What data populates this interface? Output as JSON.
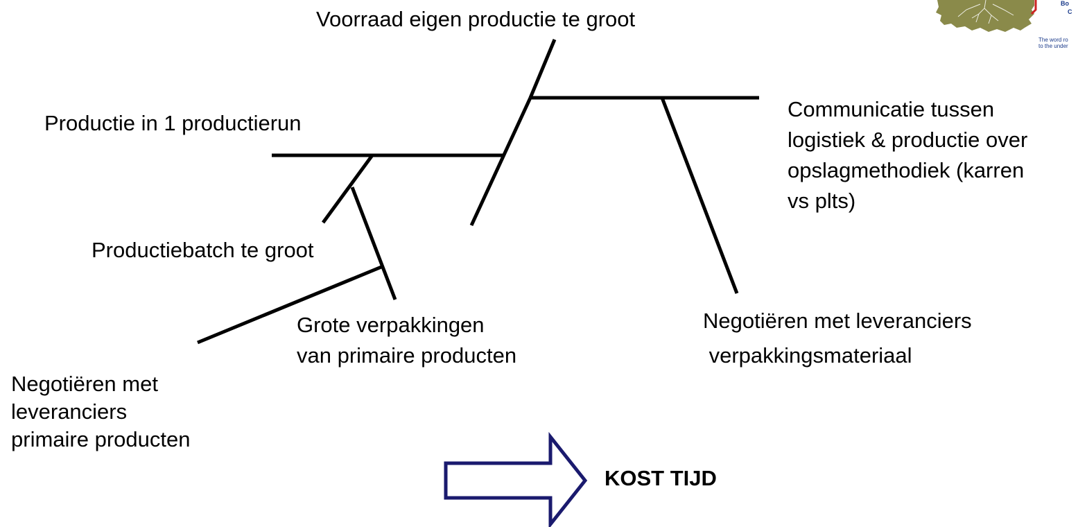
{
  "labels": {
    "top": "Voorraad eigen productie te groot",
    "run": "Productie in 1 productierun",
    "communicatie": [
      "Communicatie tussen",
      "logistiek & productie over",
      "opslagmethodiek (karren",
      "vs plts)"
    ],
    "batch": "Productiebatch te groot",
    "grote": [
      "Grote verpakkingen",
      "van primaire producten"
    ],
    "neg_verpakking": [
      "Negotiëren met leveranciers",
      " verpakkingsmateriaal"
    ],
    "neg_primair": [
      "Negotiëren met",
      "leveranciers",
      "primaire producten"
    ],
    "kost": "KOST TIJD"
  },
  "logo": {
    "caption_line1": "The word ro",
    "caption_line2": "to the under"
  },
  "colors": {
    "line": "#000000",
    "arrow": "#1a1a6e",
    "logo_tree": "#8a8a4a",
    "logo_accent": "#cc2222",
    "logo_text": "#1a3a8a"
  }
}
